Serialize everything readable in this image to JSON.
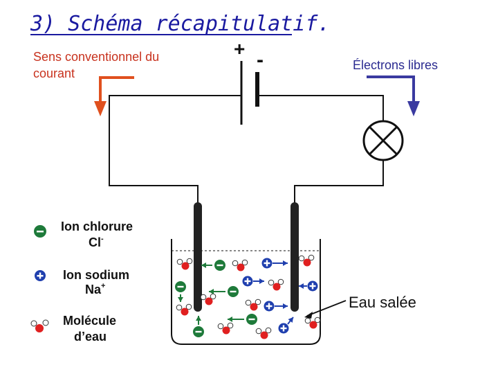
{
  "title": "3) Schéma récapitulatif.",
  "current_label_line1": "Sens conventionnel du",
  "current_label_line2": "courant",
  "electrons_label": "Électrons libres",
  "battery": {
    "plus": "+",
    "minus": "-"
  },
  "legend": {
    "chloride_line1": "Ion chlorure",
    "chloride_symbol": "Cl",
    "chloride_charge": "-",
    "sodium_line1": "Ion sodium",
    "sodium_symbol": "Na",
    "sodium_charge": "+",
    "water_line1": "Molécule",
    "water_line2": "d’eau"
  },
  "callout": "Eau salée",
  "colors": {
    "title": "#1a1aa0",
    "current_arrow": "#e0501e",
    "electron_arrow": "#3a3aa0",
    "chloride": "#1e7a3a",
    "sodium": "#1f3fae",
    "oxygen": "#e02020",
    "wire": "#111111"
  }
}
